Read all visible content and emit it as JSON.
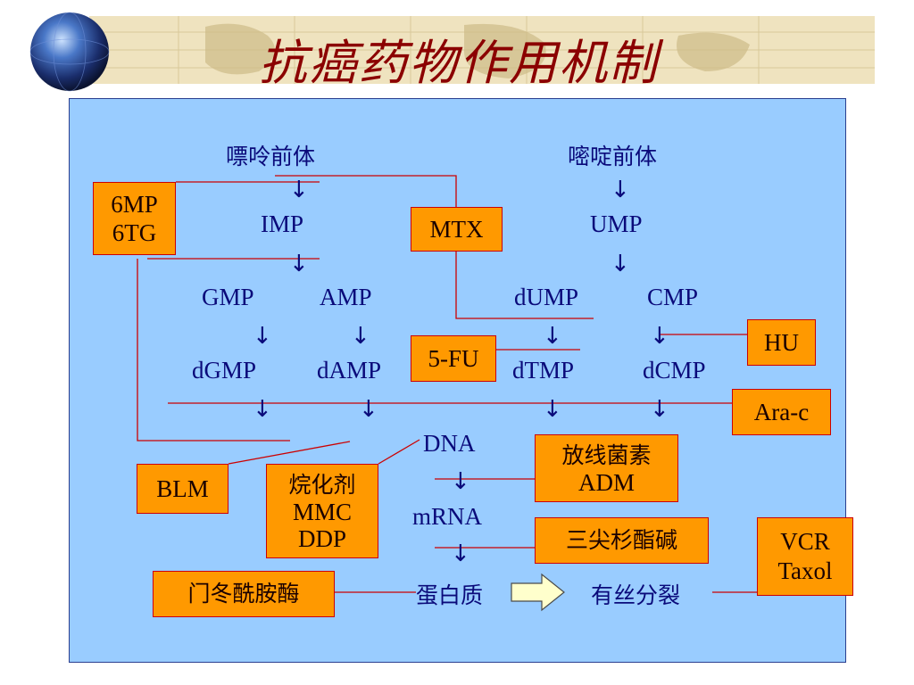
{
  "title": "抗癌药物作用机制",
  "nodes": {
    "purine_precursor": "嘌呤前体",
    "pyrimidine_precursor": "嘧啶前体",
    "imp": "IMP",
    "ump": "UMP",
    "gmp": "GMP",
    "amp": "AMP",
    "dump": "dUMP",
    "cmp": "CMP",
    "dgmp": "dGMP",
    "damp": "dAMP",
    "dtmp": "dTMP",
    "dcmp": "dCMP",
    "dna": "DNA",
    "mrna": "mRNA",
    "protein": "蛋白质",
    "mitosis": "有丝分裂",
    "arrow": "↓"
  },
  "drugs": {
    "mp6": "6MP",
    "tg6": "6TG",
    "mtx": "MTX",
    "fu5": "5-FU",
    "hu": "HU",
    "arac": "Ara-c",
    "blm": "BLM",
    "alkylating": "烷化剂",
    "mmc": "MMC",
    "ddp": "DDP",
    "actinomycin": "放线菌素",
    "adm": "ADM",
    "homoharringtonine": "三尖杉酯碱",
    "vcr": "VCR",
    "taxol": "Taxol",
    "asparaginase": "门冬酰胺酶"
  },
  "colors": {
    "panel": "#99ccff",
    "drug_box": "#ff9900",
    "line": "#cc0000",
    "title": "#8b0000"
  }
}
